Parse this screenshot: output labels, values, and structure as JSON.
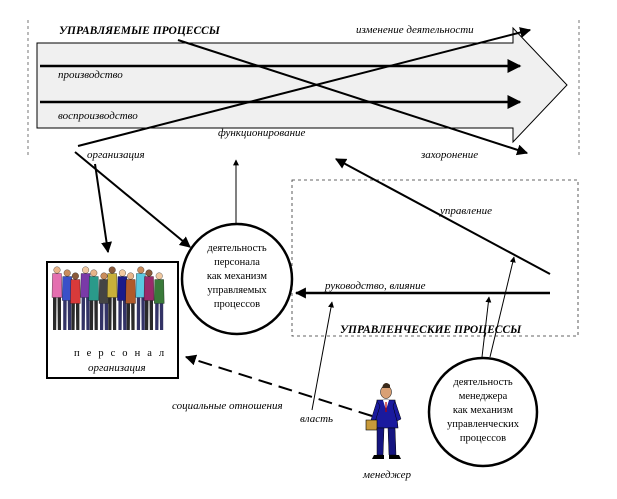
{
  "managed": {
    "title": "УПРАВЛЯЕМЫЕ ПРОЦЕССЫ",
    "change": "изменение деятельности",
    "production": "производство",
    "reproduction": "воспроизводство",
    "functioning": "функционирование",
    "organization": "организация",
    "burial": "захоронение"
  },
  "managerial": {
    "title": "УПРАВЛЕНЧЕСКИЕ ПРОЦЕССЫ",
    "management": "управление",
    "leadership": "руководство, влияние"
  },
  "personnel_box": {
    "line1": "п е р с о н а л",
    "line2": "организация"
  },
  "personnel_activity": {
    "lines": [
      "деятельность",
      "персонала",
      "как механизм",
      "управляемых",
      "процессов"
    ]
  },
  "manager_activity": {
    "lines": [
      "деятельность",
      "менеджера",
      "как механизм",
      "управленческих",
      "процессов"
    ]
  },
  "relations": {
    "social": "социальные отношения",
    "power": "власть"
  },
  "manager": {
    "label": "менеджер"
  },
  "colors": {
    "arrow_fill": "#f0f0f0",
    "line": "#000000"
  }
}
